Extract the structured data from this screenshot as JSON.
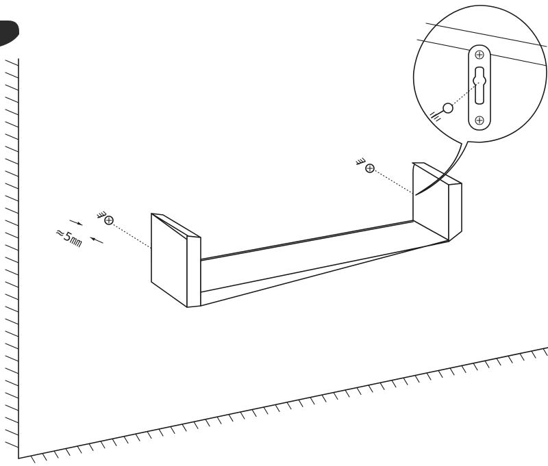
{
  "diagram": {
    "step_badge": {
      "shape": "rounded-corner-tab",
      "color": "#2b2b2b"
    },
    "dimension_label": {
      "text": "≈5㎜"
    },
    "colors": {
      "line": "#1a1a1a",
      "background": "#ffffff"
    },
    "parts": [
      "wall",
      "floor",
      "u-shaped-shelf",
      "left-screw",
      "right-screw",
      "detail-callout-keyhole-bracket"
    ]
  }
}
